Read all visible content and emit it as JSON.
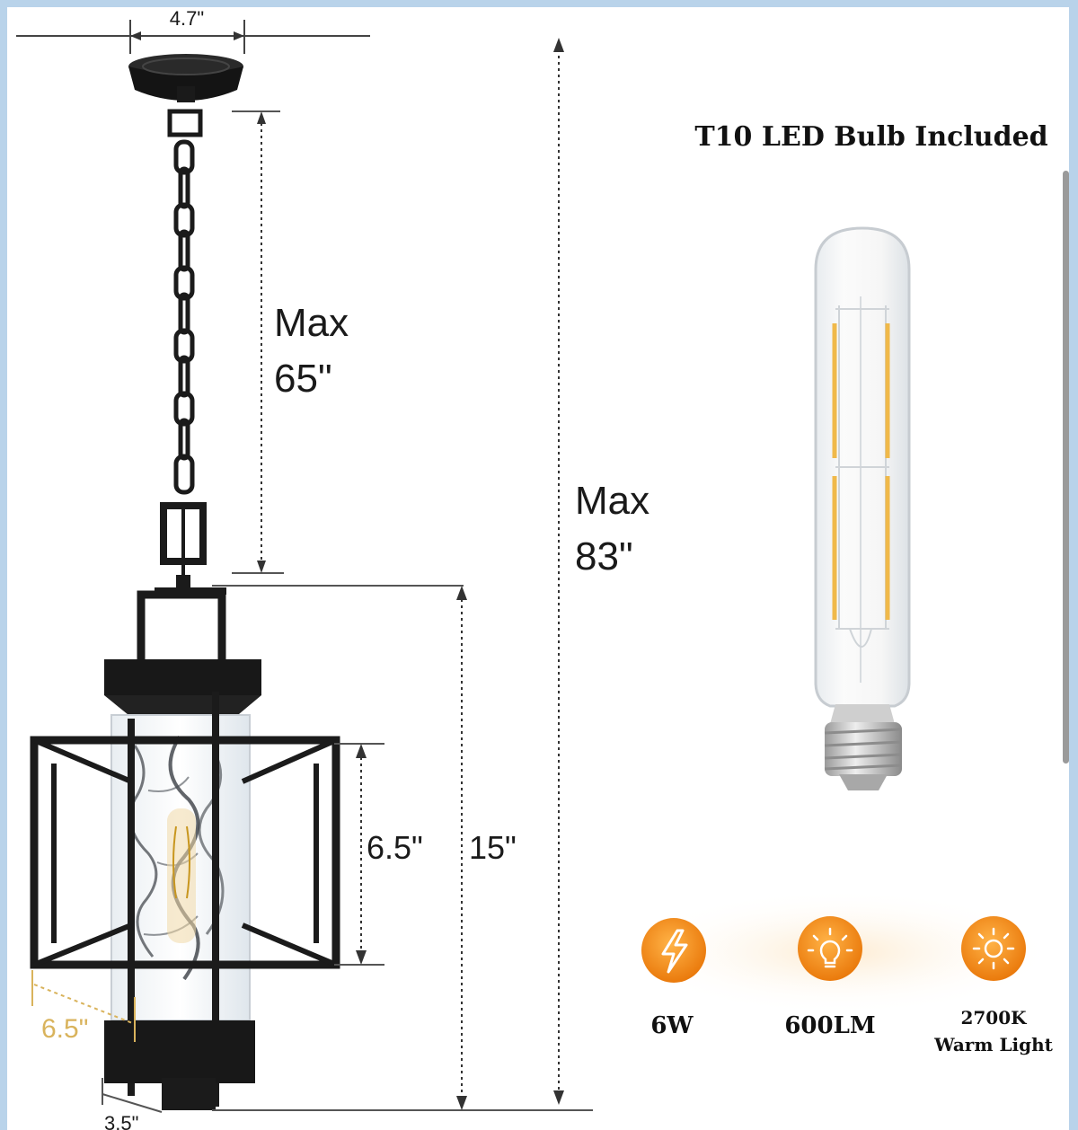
{
  "dimensions": {
    "canopy_width": "4.7\"",
    "chain_max_line1": "Max",
    "chain_max_line2": "65\"",
    "total_max_line1": "Max",
    "total_max_line2": "83\"",
    "body_height": "15\"",
    "cage_height": "6.5\"",
    "cage_width": "6.5\"",
    "base_width": "3.5\""
  },
  "bulb": {
    "heading": "T10 LED Bulb Included"
  },
  "features": [
    {
      "icon": "lightning-icon",
      "label": "6W"
    },
    {
      "icon": "lightbulb-icon",
      "label": "600LM"
    },
    {
      "icon": "sun-icon",
      "label_line1": "2700K",
      "label_line2": "Warm Light"
    }
  ],
  "colors": {
    "accent_orange": "#f08a14",
    "fixture_black": "#1b1b1b",
    "frame_blue": "#b9d3ea",
    "brass": "#d9b35c"
  }
}
